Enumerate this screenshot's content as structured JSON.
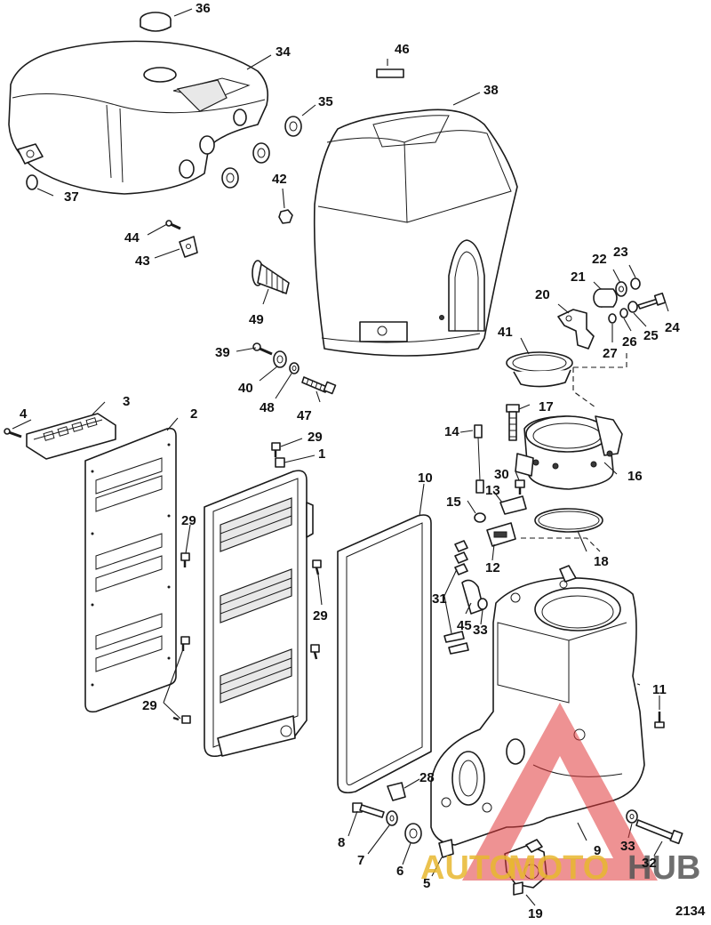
{
  "diagram_id": "2134",
  "watermark": {
    "word_a": "AUTO",
    "word_b": "MOTO",
    "word_c": "HUB",
    "color_a": "#e8b830",
    "color_b": "#e8b830",
    "color_c": "#555555",
    "accent": "#e0393a"
  },
  "callouts": [
    {
      "id": "c36",
      "text": "36"
    },
    {
      "id": "c34",
      "text": "34"
    },
    {
      "id": "c46",
      "text": "46"
    },
    {
      "id": "c38",
      "text": "38"
    },
    {
      "id": "c35",
      "text": "35"
    },
    {
      "id": "c37",
      "text": "37"
    },
    {
      "id": "c42",
      "text": "42"
    },
    {
      "id": "c44",
      "text": "44"
    },
    {
      "id": "c43",
      "text": "43"
    },
    {
      "id": "c22",
      "text": "22"
    },
    {
      "id": "c23",
      "text": "23"
    },
    {
      "id": "c21",
      "text": "21"
    },
    {
      "id": "c20",
      "text": "20"
    },
    {
      "id": "c24",
      "text": "24"
    },
    {
      "id": "c25",
      "text": "25"
    },
    {
      "id": "c26",
      "text": "26"
    },
    {
      "id": "c27",
      "text": "27"
    },
    {
      "id": "c49",
      "text": "49"
    },
    {
      "id": "c41",
      "text": "41"
    },
    {
      "id": "c39",
      "text": "39"
    },
    {
      "id": "c40",
      "text": "40"
    },
    {
      "id": "c48",
      "text": "48"
    },
    {
      "id": "c47",
      "text": "47"
    },
    {
      "id": "c3",
      "text": "3"
    },
    {
      "id": "c4",
      "text": "4"
    },
    {
      "id": "c2",
      "text": "2"
    },
    {
      "id": "c29a",
      "text": "29"
    },
    {
      "id": "c1",
      "text": "1"
    },
    {
      "id": "c17",
      "text": "17"
    },
    {
      "id": "c14",
      "text": "14"
    },
    {
      "id": "c16",
      "text": "16"
    },
    {
      "id": "c30",
      "text": "30"
    },
    {
      "id": "c10",
      "text": "10"
    },
    {
      "id": "c13",
      "text": "13"
    },
    {
      "id": "c15",
      "text": "15"
    },
    {
      "id": "c18",
      "text": "18"
    },
    {
      "id": "c12",
      "text": "12"
    },
    {
      "id": "c29b",
      "text": "29"
    },
    {
      "id": "c31",
      "text": "31"
    },
    {
      "id": "c29c",
      "text": "29"
    },
    {
      "id": "c45",
      "text": "45"
    },
    {
      "id": "c33a",
      "text": "33"
    },
    {
      "id": "c29d",
      "text": "29"
    },
    {
      "id": "c11",
      "text": "11"
    },
    {
      "id": "c28",
      "text": "28"
    },
    {
      "id": "c8",
      "text": "8"
    },
    {
      "id": "c7",
      "text": "7"
    },
    {
      "id": "c6",
      "text": "6"
    },
    {
      "id": "c5",
      "text": "5"
    },
    {
      "id": "c9",
      "text": "9"
    },
    {
      "id": "c33b",
      "text": "33"
    },
    {
      "id": "c32",
      "text": "32"
    },
    {
      "id": "c19",
      "text": "19"
    }
  ]
}
